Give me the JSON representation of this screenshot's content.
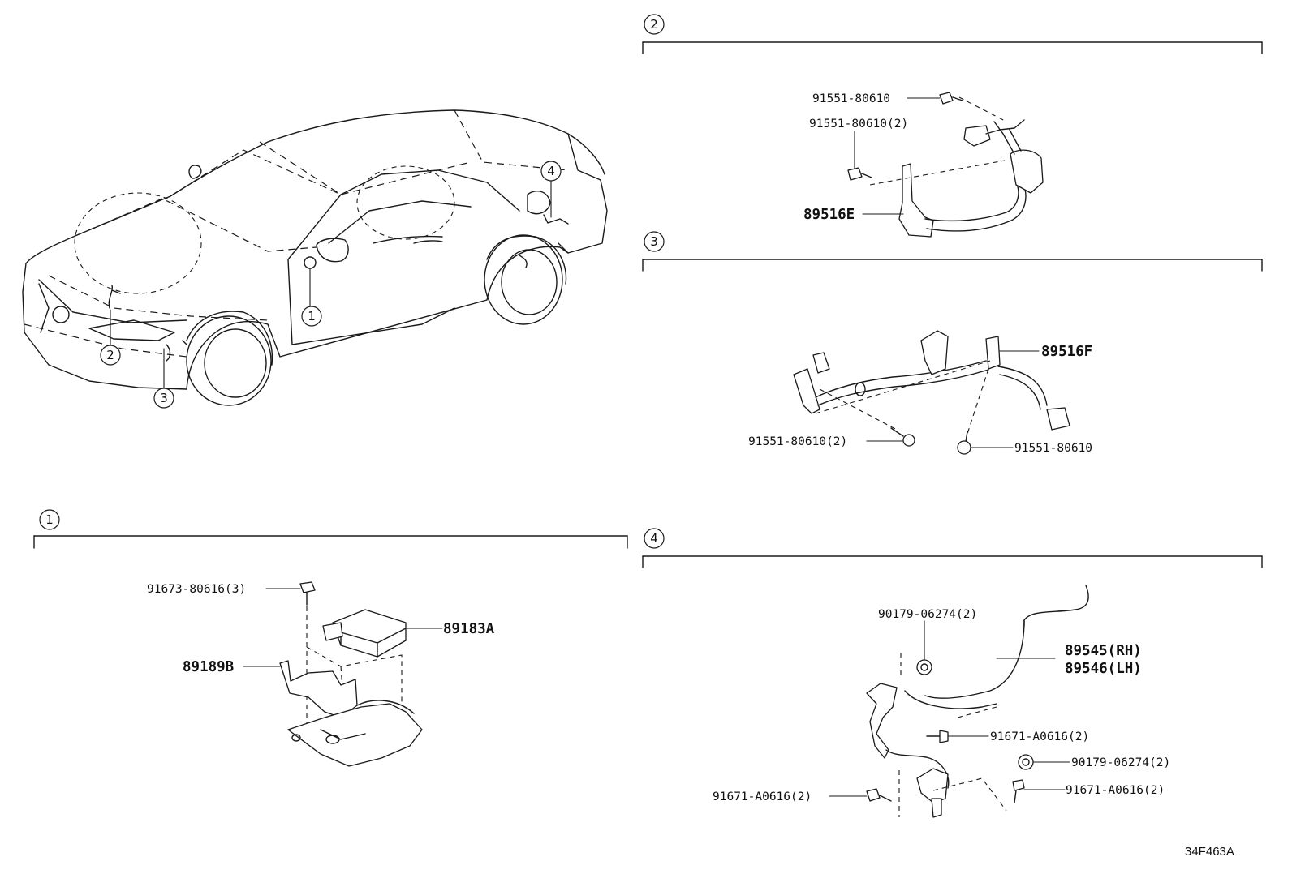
{
  "callouts": {
    "c1": "1",
    "c2": "2",
    "c3": "3",
    "c4": "4"
  },
  "section1": {
    "parts": {
      "bolt": "91673-80616(3)",
      "sensor": "89183A",
      "bracket": "89189B"
    }
  },
  "section2": {
    "parts": {
      "bolt_a": "91551-80610",
      "bolt_b": "91551-80610(2)",
      "harness": "89516E"
    }
  },
  "section3": {
    "parts": {
      "harness": "89516F",
      "bolt_left": "91551-80610(2)",
      "bolt_right": "91551-80610"
    }
  },
  "section4": {
    "parts": {
      "nut_top": "90179-06274(2)",
      "sensor_rh": "89545(RH)",
      "sensor_lh": "89546(LH)",
      "bolt_mid": "91671-A0616(2)",
      "nut_right": "90179-06274(2)",
      "bolt_right": "91671-A0616(2)",
      "bolt_left": "91671-A0616(2)"
    }
  },
  "illustration_code": "34F463A"
}
